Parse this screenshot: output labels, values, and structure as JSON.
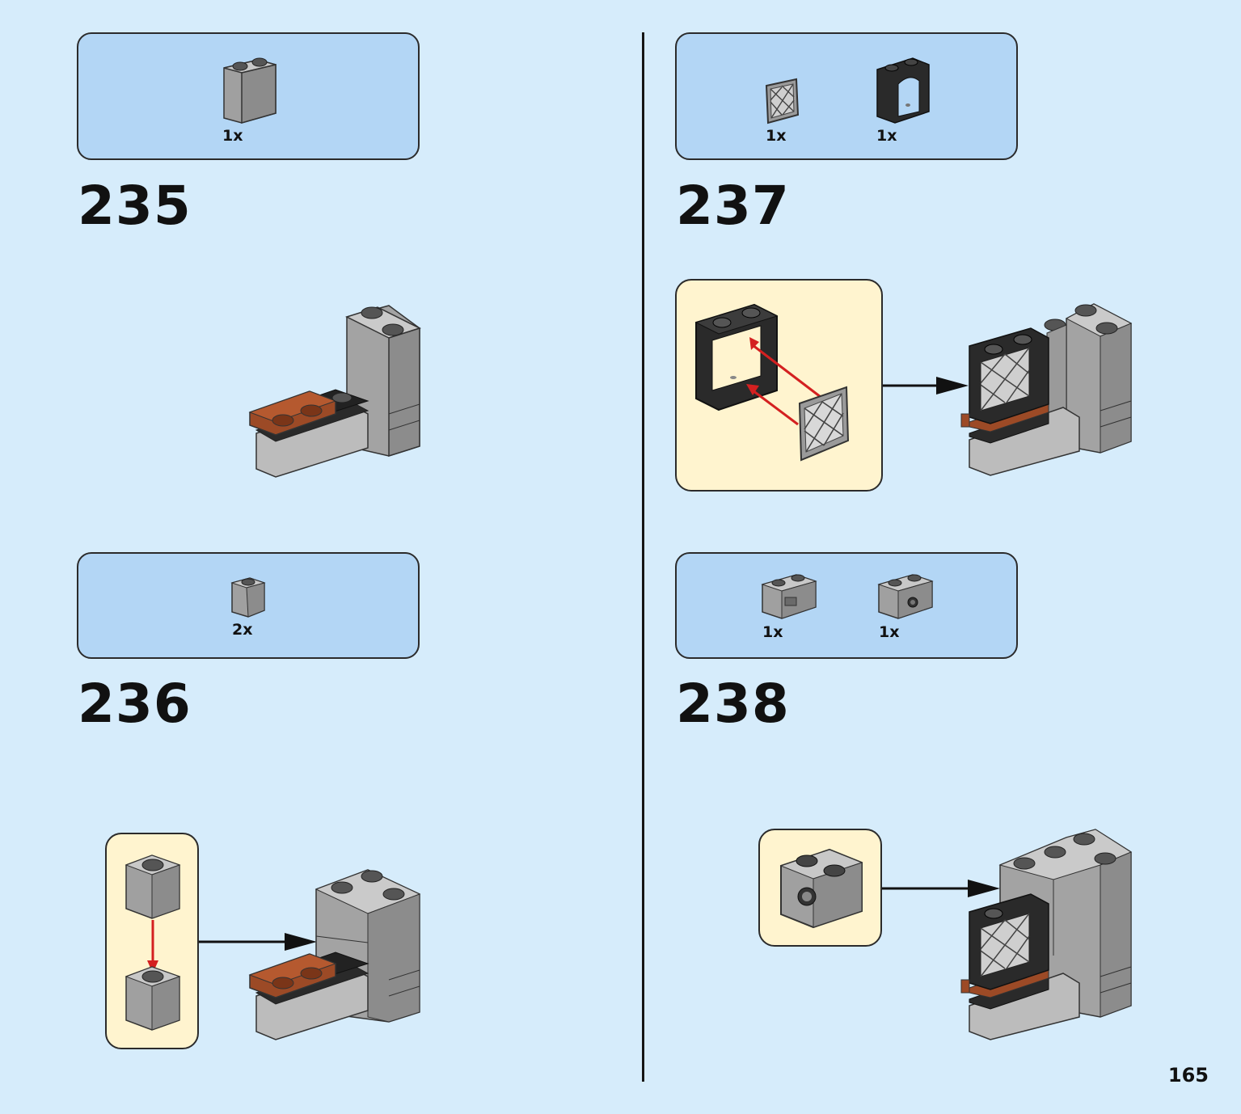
{
  "page_number": "165",
  "steps": [
    {
      "number": "235",
      "parts": [
        {
          "name": "gray-brick-1x2x2",
          "qty": "1x"
        }
      ]
    },
    {
      "number": "236",
      "parts": [
        {
          "name": "gray-brick-1x1",
          "qty": "2x"
        }
      ]
    },
    {
      "number": "237",
      "parts": [
        {
          "name": "window-glass-lattice",
          "qty": "1x"
        },
        {
          "name": "black-window-frame",
          "qty": "1x"
        }
      ]
    },
    {
      "number": "238",
      "parts": [
        {
          "name": "gray-brick-modified",
          "qty": "1x"
        },
        {
          "name": "gray-brick-with-hole",
          "qty": "1x"
        }
      ]
    }
  ],
  "colors": {
    "background": "#d6ecfb",
    "parts_box": "#b3d6f5",
    "callout": "#fff4cf",
    "gray_brick": "#a0a0a0",
    "dark_brick": "#222222",
    "brown_brick": "#9c4a26",
    "arrow_red": "#d42020"
  }
}
